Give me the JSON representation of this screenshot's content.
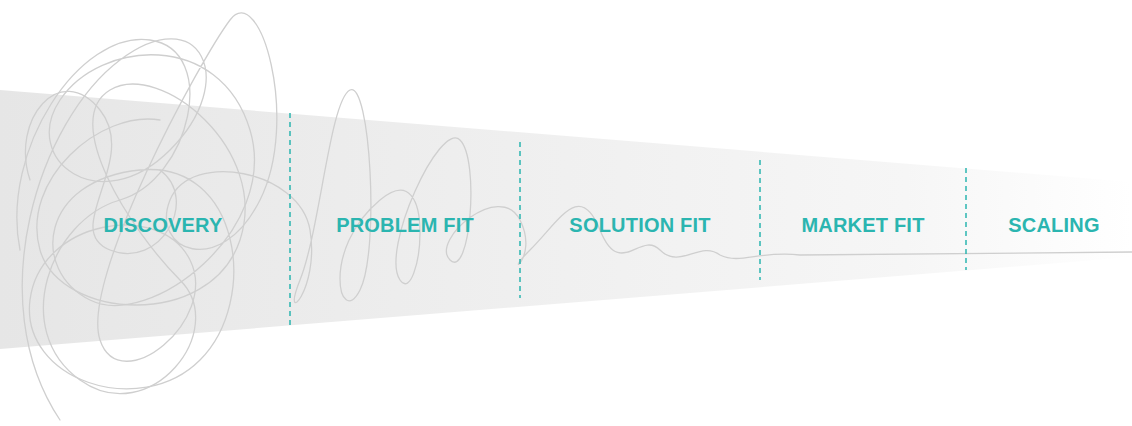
{
  "diagram": {
    "nodes": [
      {
        "text": [
          "DISCOVERY"
        ]
      },
      {
        "text": [
          "PROBLEM FIT"
        ]
      },
      {
        "text": [
          "SOLUTION FIT"
        ]
      },
      {
        "text": [
          "MARKET FIT"
        ]
      },
      {
        "text": [
          "SCALING"
        ]
      }
    ]
  }
}
